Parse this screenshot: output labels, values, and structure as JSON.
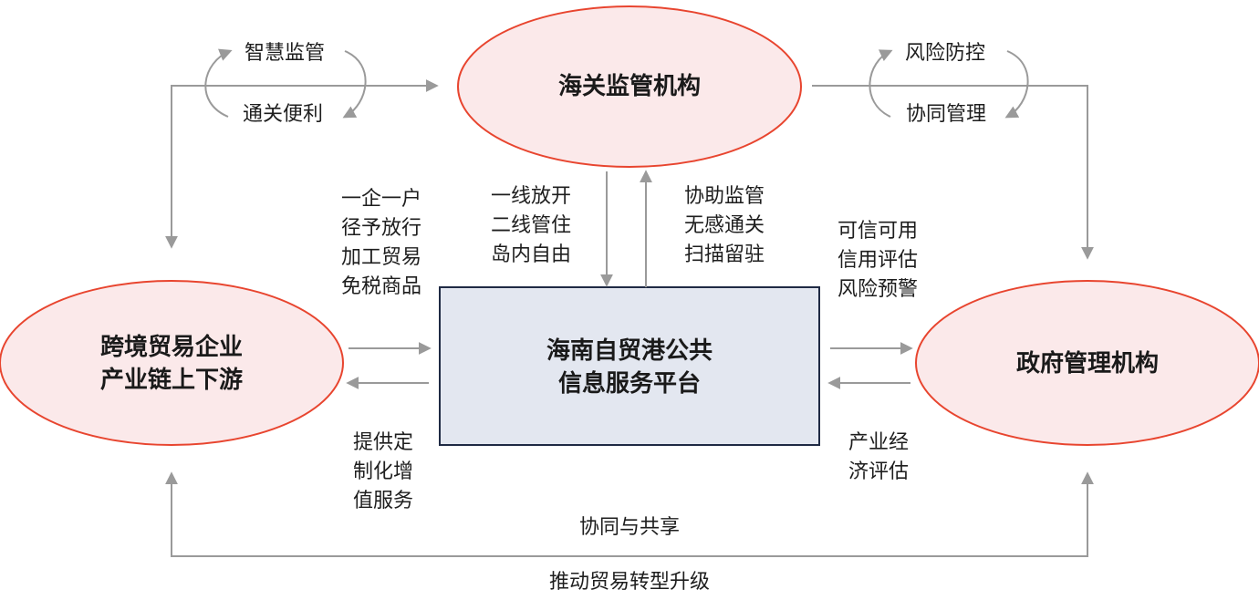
{
  "nodes": {
    "customs": "海关监管机构",
    "enterprise": [
      "跨境贸易企业",
      "产业链上下游"
    ],
    "platform": [
      "海南自贸港公共",
      "信息服务平台"
    ],
    "government": "政府管理机构"
  },
  "labels": {
    "smart_supervision": "智慧监管",
    "clearance_convenience": "通关便利",
    "risk_control": "风险防控",
    "coordinated_management": "协同管理",
    "enterprise_to_platform": [
      "一企一户",
      "径予放行",
      "加工贸易",
      "免税商品"
    ],
    "customs_to_platform": [
      "一线放开",
      "二线管住",
      "岛内自由"
    ],
    "platform_to_customs": [
      "协助监管",
      "无感通关",
      "扫描留驻"
    ],
    "government_labels": [
      "可信可用",
      "信用评估",
      "风险预警"
    ],
    "platform_to_enterprise": [
      "提供定",
      "制化增",
      "值服务"
    ],
    "platform_to_government": [
      "产业经",
      "济评估"
    ],
    "collaboration_sharing": "协同与共享",
    "promote_trade": "推动贸易转型升级"
  },
  "colors": {
    "ellipse_fill": "#fbe9ea",
    "ellipse_stroke": "#e8452f",
    "platform_fill": "#e3e7f0",
    "platform_stroke": "#1f2a44",
    "arrow": "#9a9a9a"
  }
}
